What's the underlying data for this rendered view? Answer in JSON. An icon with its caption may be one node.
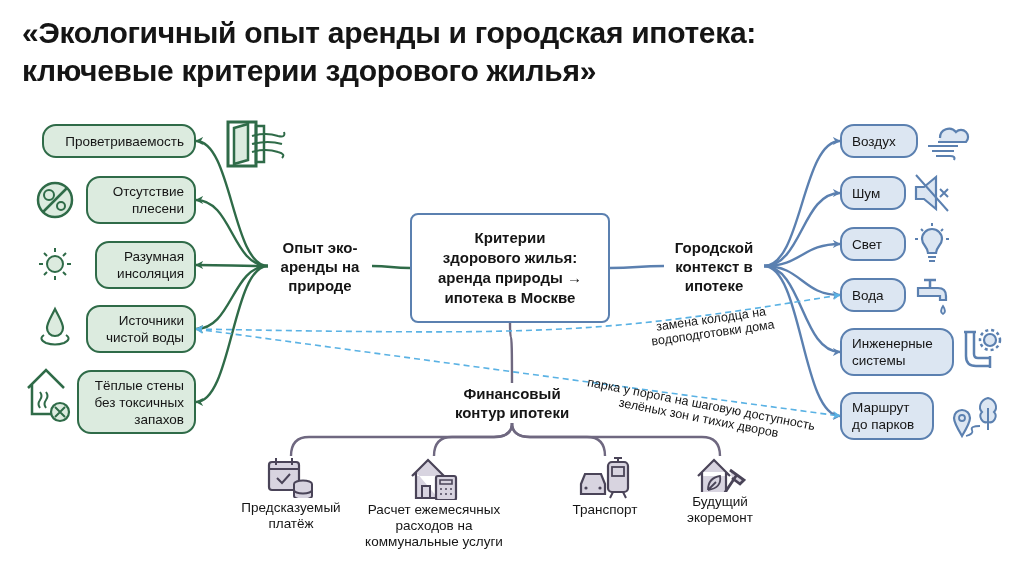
{
  "diagram": {
    "title": "«Экологичный опыт аренды и городская ипотека: ключевые критерии здорового жилья»",
    "nodes": [
      {
        "text": [
          "Критерии здорового жилья: аренда природы → ипотека в Москве"
        ]
      },
      {
        "text": [
          "Опыт эко-аренды на природе"
        ]
      },
      {
        "text": [
          "Городской контекст в ипотеке"
        ]
      },
      {
        "text": [
          "Финансовый контур ипотеки"
        ]
      },
      {
        "text": [
          "Проветриваемость"
        ]
      },
      {
        "text": [
          "Отсутствие плесени"
        ]
      },
      {
        "text": [
          "Разумная инсоляция"
        ]
      },
      {
        "text": [
          "Источники чистой воды"
        ]
      },
      {
        "text": [
          "Тёплые стены без токсичных запахов"
        ]
      },
      {
        "text": [
          "Воздух"
        ]
      },
      {
        "text": [
          "Шум"
        ]
      },
      {
        "text": [
          "Свет"
        ]
      },
      {
        "text": [
          "Вода"
        ]
      },
      {
        "text": [
          "Инженерные системы"
        ]
      },
      {
        "text": [
          "Маршрут до парков"
        ]
      },
      {
        "text": [
          "Предсказуемый платёж"
        ]
      },
      {
        "text": [
          "Расчет ежемесячных расходов на коммунальные услуги"
        ]
      },
      {
        "text": [
          "Транспорт"
        ]
      },
      {
        "text": [
          "Будущий экоремонт"
        ]
      }
    ],
    "edges": [
      {
        "from": 0,
        "to": 1,
        "arrow": "none",
        "color": "#2f6b48"
      },
      {
        "from": 0,
        "to": 2,
        "arrow": "none"
      },
      {
        "from": 0,
        "to": 3,
        "arrow": "none",
        "color": "#6f6880"
      },
      {
        "from": 1,
        "to": 4,
        "arrow": "to",
        "color": "#2f6b48"
      },
      {
        "from": 1,
        "to": 5,
        "arrow": "to",
        "color": "#2f6b48"
      },
      {
        "from": 1,
        "to": 6,
        "arrow": "to",
        "color": "#2f6b48"
      },
      {
        "from": 1,
        "to": 7,
        "arrow": "to",
        "color": "#2f6b48"
      },
      {
        "from": 1,
        "to": 8,
        "arrow": "to",
        "color": "#2f6b48"
      },
      {
        "from": 2,
        "to": 9,
        "arrow": "to"
      },
      {
        "from": 2,
        "to": 10,
        "arrow": "to"
      },
      {
        "from": 2,
        "to": 11,
        "arrow": "to"
      },
      {
        "from": 2,
        "to": 12,
        "arrow": "to"
      },
      {
        "from": 2,
        "to": 13,
        "arrow": "to"
      },
      {
        "from": 2,
        "to": 14,
        "arrow": "to"
      },
      {
        "from": 7,
        "to": 12,
        "arrow": "both",
        "style": "dashed",
        "color": "#5ab2e4",
        "label": "замена колодца на водоподготовки дома"
      },
      {
        "from": 7,
        "to": 14,
        "arrow": "both",
        "style": "dashed",
        "color": "#5ab2e4",
        "label": "парка у порога на шаговую доступность зелёных зон и тихих дворов"
      },
      {
        "from": 3,
        "to": 15,
        "arrow": "none",
        "color": "#6f6880"
      },
      {
        "from": 3,
        "to": 16,
        "arrow": "none",
        "color": "#6f6880"
      },
      {
        "from": 3,
        "to": 17,
        "arrow": "none",
        "color": "#6f6880"
      },
      {
        "from": 3,
        "to": 18,
        "arrow": "none",
        "color": "#6f6880"
      }
    ]
  }
}
